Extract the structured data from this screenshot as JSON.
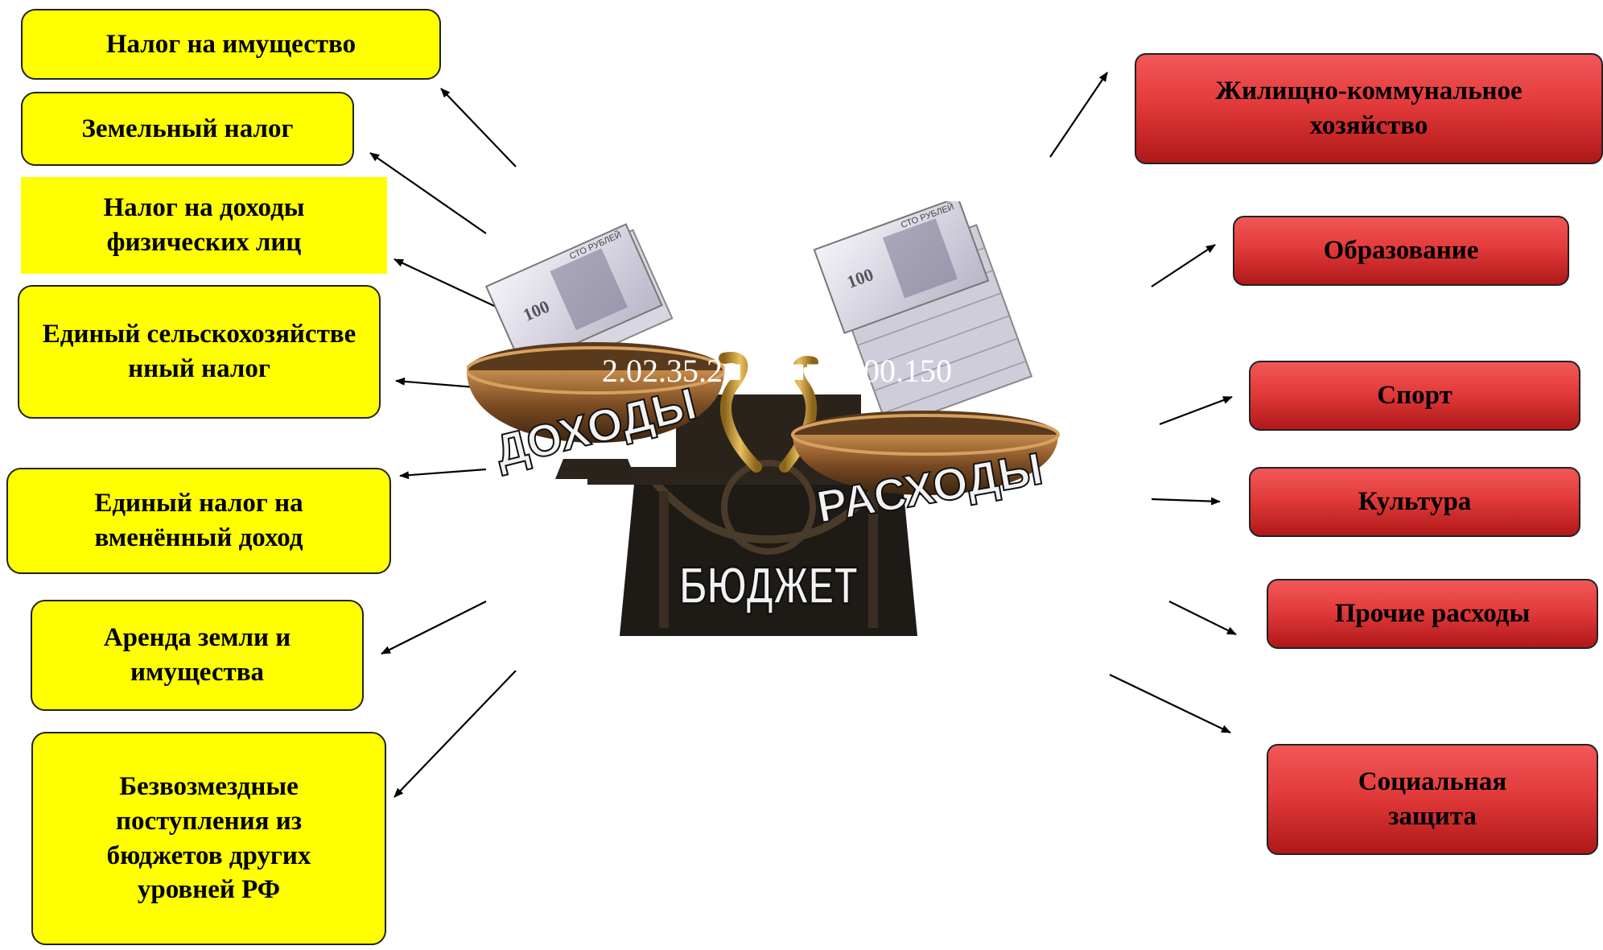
{
  "income": {
    "items": [
      "Налог на имущество",
      "Земельный налог",
      "Налог на доходы физических лиц",
      "Единый сельскохозяйственный налог",
      "Единый налог на вменённый доход",
      "Аренда земли и имущества",
      "Безвозмездные поступления из бюджетов других уровней РФ"
    ]
  },
  "expenses": {
    "items": [
      "Жилищно-коммунальное хозяйство",
      "Образование",
      "Спорт",
      "Культура",
      "Прочие расходы",
      "Социальная защита"
    ]
  },
  "scale": {
    "left_pan_label": "ДОХОДЫ",
    "right_pan_label": "РАСХОДЫ",
    "base_label": "БЮДЖЕТ",
    "banknote_text": "СТО РУБЛЕЙ",
    "banknote_value": "100",
    "overlay_code": "2.02.35.2■.0■■■■■00.150"
  },
  "colors": {
    "income_box": "#ffff00",
    "expense_box": "#e33b3b",
    "scale_metal": "#8a5a2b"
  }
}
